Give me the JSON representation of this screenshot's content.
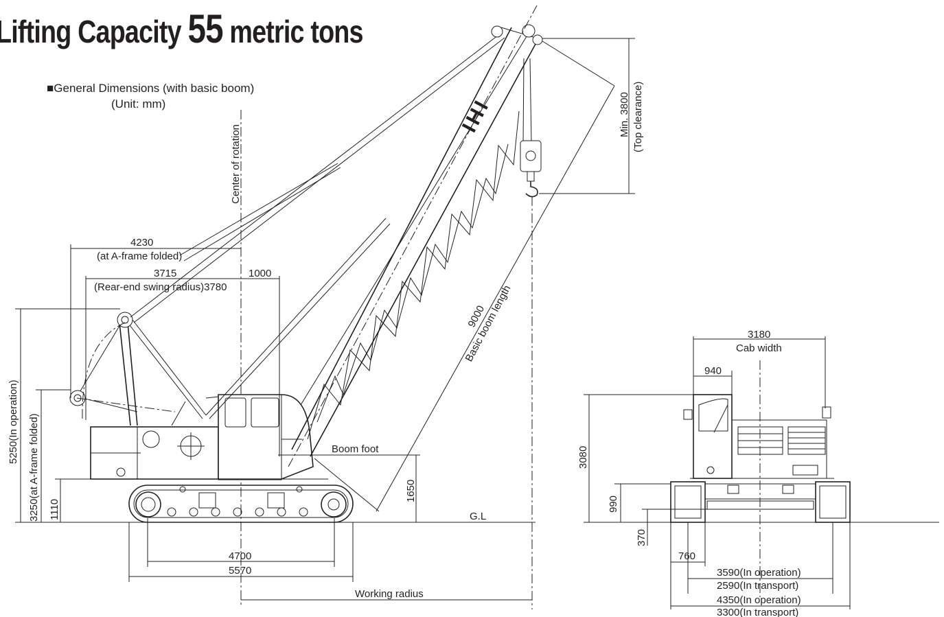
{
  "title": {
    "prefix": "Lifting Capacity ",
    "number": "55",
    "suffix": " metric tons"
  },
  "section": {
    "marker": "■",
    "label": "General  Dimensions (with basic boom)",
    "unit": "(Unit: mm)"
  },
  "boom_logo": "IHI",
  "side_view": {
    "center_of_rotation": "Center of rotation",
    "dim_4230": "4230",
    "a_frame_folded": "(at A-frame folded)",
    "dim_3715": "3715",
    "rear_end_swing_radius": "(Rear-end swing radius)3780",
    "dim_1000": "1000",
    "min_3800": "Min. 3800",
    "top_clearance": "(Top clearance)",
    "dim_9000": "9000",
    "basic_boom_length": "Basic boom length",
    "boom_foot": "Boom foot",
    "dim_1650": "1650",
    "gl": "G.L",
    "dim_5250": "5250(In operation)",
    "dim_3250": "3250(at A-frame folded)",
    "dim_1110": "1110",
    "dim_4700": "4700",
    "dim_5570": "5570",
    "working_radius": "Working radius"
  },
  "rear_view": {
    "dim_3180": "3180",
    "cab_width": "Cab width",
    "dim_940": "940",
    "dim_3080": "3080",
    "dim_990": "990",
    "dim_370": "370",
    "dim_760": "760",
    "dim_3590": "3590(In operation)",
    "dim_2590": "2590(In transport)",
    "dim_4350": "4350(In operation)",
    "dim_3300": "3300(In transport)"
  }
}
